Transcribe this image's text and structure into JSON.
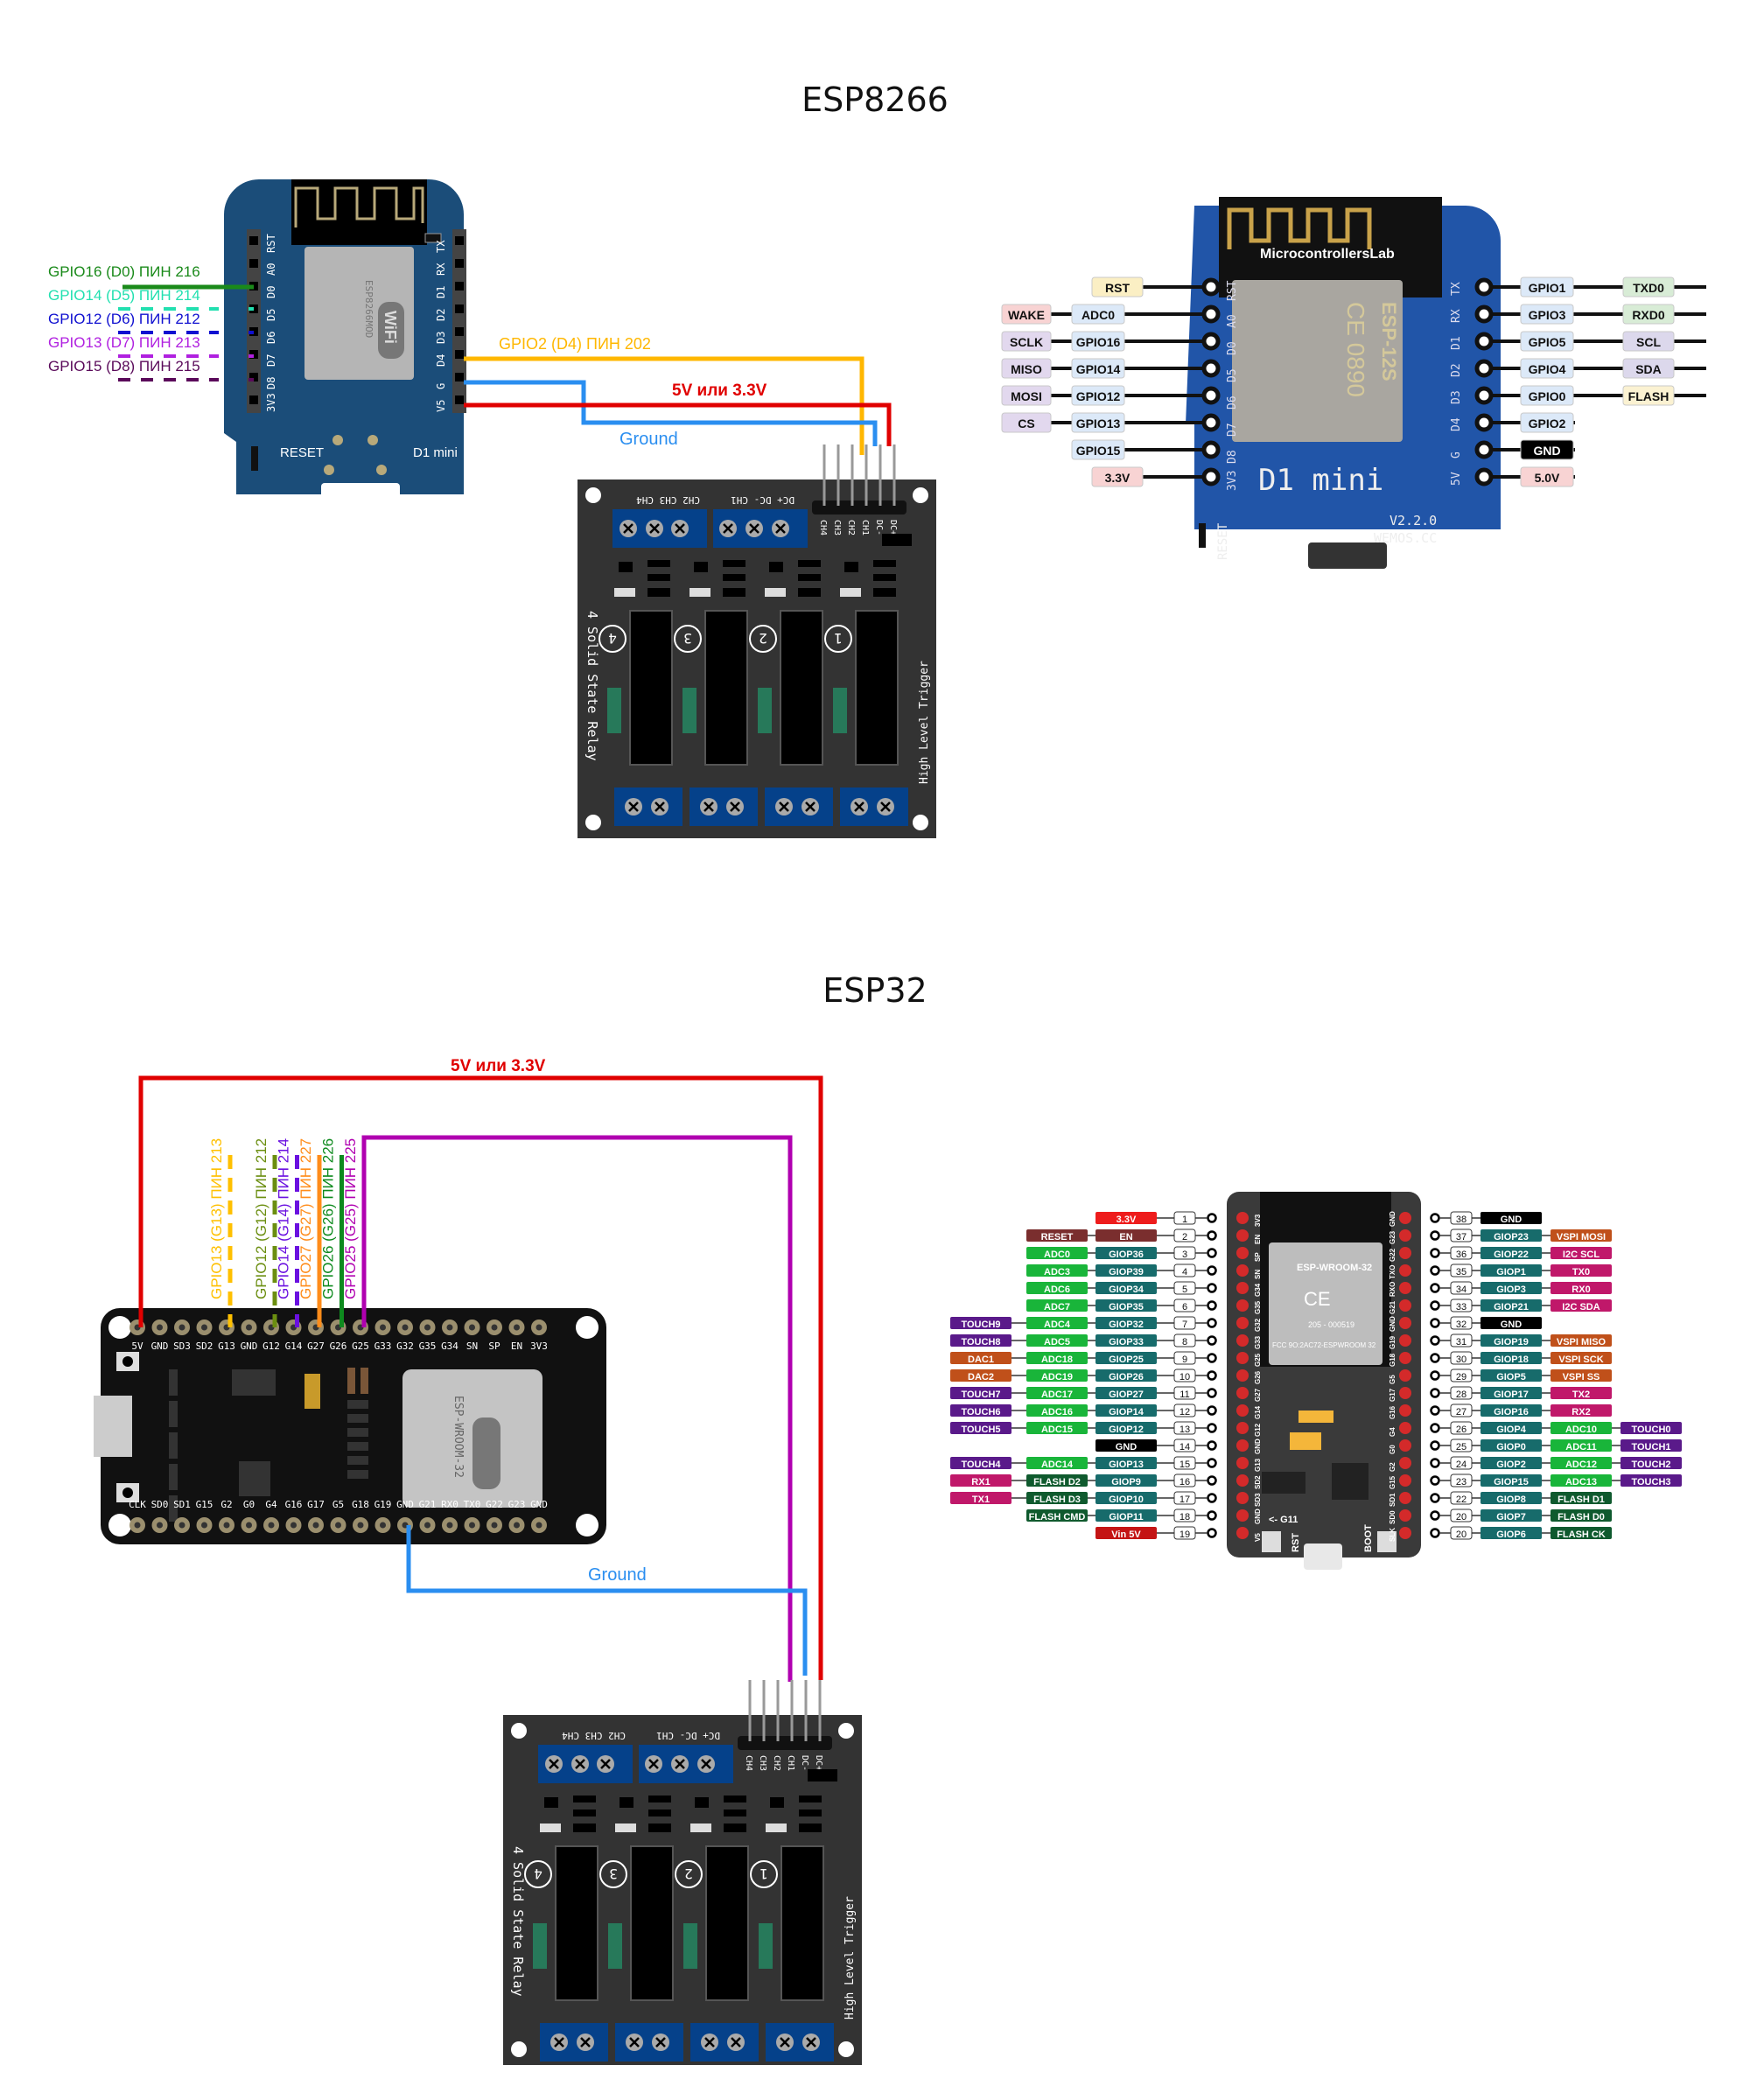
{
  "sections": {
    "esp8266_title": "ESP8266",
    "esp32_title": "ESP32"
  },
  "esp8266_wiring": {
    "board_label": "D1 mini",
    "reset_label": "RESET",
    "module_label": "ESP8266MOD",
    "left_pins": [
      "RST",
      "A0",
      "D0",
      "D5",
      "D6",
      "D7",
      "D8",
      "3V3"
    ],
    "right_pins": [
      "TX",
      "RX",
      "D1",
      "D2",
      "D3",
      "D4",
      "G",
      "V5"
    ],
    "gpio_labels": [
      {
        "text": "GPIO16 (D0) ПИН 216",
        "color": "#1a8a1a",
        "style": "solid"
      },
      {
        "text": "GPIO14 (D5) ПИН 214",
        "color": "#22e0b0",
        "style": "dashed"
      },
      {
        "text": "GPIO12 (D6) ПИН 212",
        "color": "#1010d0",
        "style": "dashed"
      },
      {
        "text": "GPIO13 (D7) ПИН 213",
        "color": "#b020e0",
        "style": "dashed"
      },
      {
        "text": "GPIO15 (D8) ПИН 215",
        "color": "#5a0a5a",
        "style": "dashed"
      }
    ],
    "wires": {
      "signal": {
        "text": "GPIO2 (D4) ПИН 202",
        "color": "#ffb700"
      },
      "power": {
        "text": "5V или 3.3V",
        "color": "#e00000"
      },
      "ground": {
        "text": "Ground",
        "color": "#2a8ef0"
      }
    }
  },
  "relay": {
    "title": "4 Solid State Relay",
    "trigger": "High Level Trigger",
    "top_terminal_labels": [
      "CH2 CH3 CH4",
      "DC+ DC- CH1"
    ],
    "header_pins": [
      "CH4",
      "CH3",
      "CH2",
      "CH1",
      "DC-",
      "DC+"
    ],
    "channels": [
      "4",
      "3",
      "2",
      "1"
    ]
  },
  "esp8266_pinout": {
    "watermark": "MicrocontrollersLab",
    "board_name": "D1 mini",
    "version": "V2.2.0",
    "site": "WEMOS.CC",
    "module": "ESP-12S",
    "left": [
      {
        "pin": "RST",
        "func": "RST",
        "func_color": "#fbefc4",
        "alt": null
      },
      {
        "pin": "A0",
        "func": "ADC0",
        "func_color": "#dce9f8",
        "alt": "WAKE",
        "alt_color": "#f8d3d3"
      },
      {
        "pin": "D0",
        "func": "GPIO16",
        "func_color": "#dce9f8",
        "alt": "SCLK",
        "alt_color": "#e2d8ee"
      },
      {
        "pin": "D5",
        "func": "GPIO14",
        "func_color": "#dce9f8",
        "alt": "MISO",
        "alt_color": "#e2d8ee"
      },
      {
        "pin": "D6",
        "func": "GPIO12",
        "func_color": "#dce9f8",
        "alt": "MOSI",
        "alt_color": "#e2d8ee"
      },
      {
        "pin": "D7",
        "func": "GPIO13",
        "func_color": "#dce9f8",
        "alt": "CS",
        "alt_color": "#e2d8ee"
      },
      {
        "pin": "D8",
        "func": "GPIO15",
        "func_color": "#dce9f8",
        "alt": null
      },
      {
        "pin": "3V3",
        "func": "3.3V",
        "func_color": "#f8d3d3",
        "alt": null
      }
    ],
    "right": [
      {
        "pin": "TX",
        "func": "GPIO1",
        "func_color": "#dce9f8",
        "alt": "TXD0",
        "alt_color": "#d8ecd6"
      },
      {
        "pin": "RX",
        "func": "GPIO3",
        "func_color": "#dce9f8",
        "alt": "RXD0",
        "alt_color": "#d8ecd6"
      },
      {
        "pin": "D1",
        "func": "GPIO5",
        "func_color": "#dce9f8",
        "alt": "SCL",
        "alt_color": "#dcd8ec"
      },
      {
        "pin": "D2",
        "func": "GPIO4",
        "func_color": "#dce9f8",
        "alt": "SDA",
        "alt_color": "#dcd8ec"
      },
      {
        "pin": "D3",
        "func": "GPIO0",
        "func_color": "#dce9f8",
        "alt": "FLASH",
        "alt_color": "#fbf2d2"
      },
      {
        "pin": "D4",
        "func": "GPIO2",
        "func_color": "#dce9f8",
        "alt": null
      },
      {
        "pin": "G",
        "func": "GND",
        "func_color": "#000000",
        "alt": null
      },
      {
        "pin": "5V",
        "func": "5.0V",
        "func_color": "#f8d3d3",
        "alt": null
      }
    ]
  },
  "esp32_wiring": {
    "module_label": "ESP-WROOM-32",
    "top_pins": [
      "5V",
      "GND",
      "SD3",
      "SD2",
      "G13",
      "GND",
      "G12",
      "G14",
      "G27",
      "G26",
      "G25",
      "G33",
      "G32",
      "G35",
      "G34",
      "SN",
      "SP",
      "EN",
      "3V3"
    ],
    "bottom_pins": [
      "CLK",
      "SD0",
      "SD1",
      "G15",
      "G2",
      "G0",
      "G4",
      "G16",
      "G17",
      "G5",
      "G18",
      "G19",
      "GND",
      "G21",
      "RX0",
      "TX0",
      "G22",
      "G23",
      "GND"
    ],
    "gpio_labels": [
      {
        "text": "GPIO13 (G13) ПИН 213",
        "color": "#ffc000",
        "pin": "G13",
        "style": "dashed"
      },
      {
        "text": "GPIO12 (G12) ПИН 212",
        "color": "#6b8e10",
        "pin": "G12",
        "style": "dashed"
      },
      {
        "text": "GPIO14 (G14) ПИН 214",
        "color": "#6a10e0",
        "pin": "G14",
        "style": "dashed"
      },
      {
        "text": "GPIO27 (G27) ПИН 227",
        "color": "#ff8c1a",
        "pin": "G27",
        "style": "solid"
      },
      {
        "text": "GPIO26 (G26) ПИН 226",
        "color": "#0e8a1e",
        "pin": "G26",
        "style": "solid"
      },
      {
        "text": "GPIO25 (G25) ПИН 225",
        "color": "#b000b0",
        "pin": "G25",
        "style": "solid"
      }
    ],
    "wires": {
      "power": {
        "text": "5V или 3.3V",
        "color": "#e00000"
      },
      "ground": {
        "text": "Ground",
        "color": "#2a8ef0"
      },
      "signal_color": "#b000b0"
    }
  },
  "esp32_pinout": {
    "module": "ESP-WROOM-32",
    "fcc": "FCC 9O:2AC72-ESPWROOM 32",
    "cert": "205 - 000519",
    "buttons": [
      "RST",
      "BOOT"
    ],
    "g11_note": "<- G11",
    "left": [
      {
        "n": "1",
        "labels": [
          [
            "3.3V",
            "#ee1c1c"
          ]
        ]
      },
      {
        "n": "2",
        "labels": [
          [
            "EN",
            "#7a2e2e"
          ],
          [
            "RESET",
            "#7a2e2e"
          ]
        ]
      },
      {
        "n": "3",
        "labels": [
          [
            "GIOP36",
            "#176b6b"
          ],
          [
            "ADC0",
            "#19b53a"
          ]
        ]
      },
      {
        "n": "4",
        "labels": [
          [
            "GIOP39",
            "#176b6b"
          ],
          [
            "ADC3",
            "#19b53a"
          ]
        ]
      },
      {
        "n": "5",
        "labels": [
          [
            "GIOP34",
            "#176b6b"
          ],
          [
            "ADC6",
            "#19b53a"
          ]
        ]
      },
      {
        "n": "6",
        "labels": [
          [
            "GIOP35",
            "#176b6b"
          ],
          [
            "ADC7",
            "#19b53a"
          ]
        ]
      },
      {
        "n": "7",
        "labels": [
          [
            "GIOP32",
            "#176b6b"
          ],
          [
            "ADC4",
            "#19b53a"
          ],
          [
            "TOUCH9",
            "#5a1a8a"
          ]
        ]
      },
      {
        "n": "8",
        "labels": [
          [
            "GIOP33",
            "#176b6b"
          ],
          [
            "ADC5",
            "#19b53a"
          ],
          [
            "TOUCH8",
            "#5a1a8a"
          ]
        ]
      },
      {
        "n": "9",
        "labels": [
          [
            "GIOP25",
            "#176b6b"
          ],
          [
            "ADC18",
            "#19b53a"
          ],
          [
            "DAC1",
            "#c0501a"
          ]
        ]
      },
      {
        "n": "10",
        "labels": [
          [
            "GIOP26",
            "#176b6b"
          ],
          [
            "ADC19",
            "#19b53a"
          ],
          [
            "DAC2",
            "#c0501a"
          ]
        ]
      },
      {
        "n": "11",
        "labels": [
          [
            "GIOP27",
            "#176b6b"
          ],
          [
            "ADC17",
            "#19b53a"
          ],
          [
            "TOUCH7",
            "#5a1a8a"
          ]
        ]
      },
      {
        "n": "12",
        "labels": [
          [
            "GIOP14",
            "#176b6b"
          ],
          [
            "ADC16",
            "#19b53a"
          ],
          [
            "TOUCH6",
            "#5a1a8a"
          ]
        ]
      },
      {
        "n": "13",
        "labels": [
          [
            "GIOP12",
            "#176b6b"
          ],
          [
            "ADC15",
            "#19b53a"
          ],
          [
            "TOUCH5",
            "#5a1a8a"
          ]
        ]
      },
      {
        "n": "14",
        "labels": [
          [
            "GND",
            "#000000"
          ]
        ]
      },
      {
        "n": "15",
        "labels": [
          [
            "GIOP13",
            "#176b6b"
          ],
          [
            "ADC14",
            "#19b53a"
          ],
          [
            "TOUCH4",
            "#5a1a8a"
          ]
        ]
      },
      {
        "n": "16",
        "labels": [
          [
            "GIOP9",
            "#176b6b"
          ],
          [
            "FLASH D2",
            "#0f5a2e"
          ],
          [
            "RX1",
            "#c0186a"
          ]
        ]
      },
      {
        "n": "17",
        "labels": [
          [
            "GIOP10",
            "#176b6b"
          ],
          [
            "FLASH D3",
            "#0f5a2e"
          ],
          [
            "TX1",
            "#c0186a"
          ]
        ]
      },
      {
        "n": "18",
        "labels": [
          [
            "GIOP11",
            "#176b6b"
          ],
          [
            "FLASH CMD",
            "#0f5a2e"
          ]
        ]
      },
      {
        "n": "19",
        "labels": [
          [
            "Vin 5V",
            "#c41414"
          ]
        ]
      }
    ],
    "right": [
      {
        "n": "38",
        "labels": [
          [
            "GND",
            "#000000"
          ]
        ]
      },
      {
        "n": "37",
        "labels": [
          [
            "GIOP23",
            "#176b6b"
          ],
          [
            "VSPI MOSI",
            "#c0501a"
          ]
        ]
      },
      {
        "n": "36",
        "labels": [
          [
            "GIOP22",
            "#176b6b"
          ],
          [
            "I2C SCL",
            "#c0186a"
          ]
        ]
      },
      {
        "n": "35",
        "labels": [
          [
            "GIOP1",
            "#176b6b"
          ],
          [
            "TX0",
            "#c0186a"
          ]
        ]
      },
      {
        "n": "34",
        "labels": [
          [
            "GIOP3",
            "#176b6b"
          ],
          [
            "RX0",
            "#c0186a"
          ]
        ]
      },
      {
        "n": "33",
        "labels": [
          [
            "GIOP21",
            "#176b6b"
          ],
          [
            "I2C SDA",
            "#c0186a"
          ]
        ]
      },
      {
        "n": "32",
        "labels": [
          [
            "GND",
            "#000000"
          ]
        ]
      },
      {
        "n": "31",
        "labels": [
          [
            "GIOP19",
            "#176b6b"
          ],
          [
            "VSPI MISO",
            "#c0501a"
          ]
        ]
      },
      {
        "n": "30",
        "labels": [
          [
            "GIOP18",
            "#176b6b"
          ],
          [
            "VSPI SCK",
            "#c0501a"
          ]
        ]
      },
      {
        "n": "29",
        "labels": [
          [
            "GIOP5",
            "#176b6b"
          ],
          [
            "VSPI SS",
            "#c0501a"
          ]
        ]
      },
      {
        "n": "28",
        "labels": [
          [
            "GIOP17",
            "#176b6b"
          ],
          [
            "TX2",
            "#c0186a"
          ]
        ]
      },
      {
        "n": "27",
        "labels": [
          [
            "GIOP16",
            "#176b6b"
          ],
          [
            "RX2",
            "#c0186a"
          ]
        ]
      },
      {
        "n": "26",
        "labels": [
          [
            "GIOP4",
            "#176b6b"
          ],
          [
            "ADC10",
            "#19b53a"
          ],
          [
            "TOUCH0",
            "#5a1a8a"
          ]
        ]
      },
      {
        "n": "25",
        "labels": [
          [
            "GIOP0",
            "#176b6b"
          ],
          [
            "ADC11",
            "#19b53a"
          ],
          [
            "TOUCH1",
            "#5a1a8a"
          ]
        ]
      },
      {
        "n": "24",
        "labels": [
          [
            "GIOP2",
            "#176b6b"
          ],
          [
            "ADC12",
            "#19b53a"
          ],
          [
            "TOUCH2",
            "#5a1a8a"
          ]
        ]
      },
      {
        "n": "23",
        "labels": [
          [
            "GIOP15",
            "#176b6b"
          ],
          [
            "ADC13",
            "#19b53a"
          ],
          [
            "TOUCH3",
            "#5a1a8a"
          ]
        ]
      },
      {
        "n": "22",
        "labels": [
          [
            "GIOP8",
            "#176b6b"
          ],
          [
            "FLASH D1",
            "#0f5a2e"
          ]
        ]
      },
      {
        "n": "20",
        "labels": [
          [
            "GIOP7",
            "#176b6b"
          ],
          [
            "FLASH D0",
            "#0f5a2e"
          ]
        ]
      },
      {
        "n": "20",
        "labels": [
          [
            "GIOP6",
            "#176b6b"
          ],
          [
            "FLASH CK",
            "#0f5a2e"
          ]
        ]
      }
    ],
    "board_left_pins": [
      "3V3",
      "EN",
      "SP",
      "SN",
      "G34",
      "G35",
      "G32",
      "G33",
      "G25",
      "G26",
      "G27",
      "G14",
      "G12",
      "GND",
      "G13",
      "SD2",
      "SD3",
      "GND",
      "V5"
    ],
    "board_right_pins": [
      "GND",
      "G23",
      "G22",
      "TXO",
      "RXO",
      "G21",
      "GND",
      "G19",
      "G18",
      "G5",
      "G17",
      "G16",
      "G4",
      "G0",
      "G2",
      "G15",
      "SD1",
      "SD0",
      "SLK"
    ]
  }
}
